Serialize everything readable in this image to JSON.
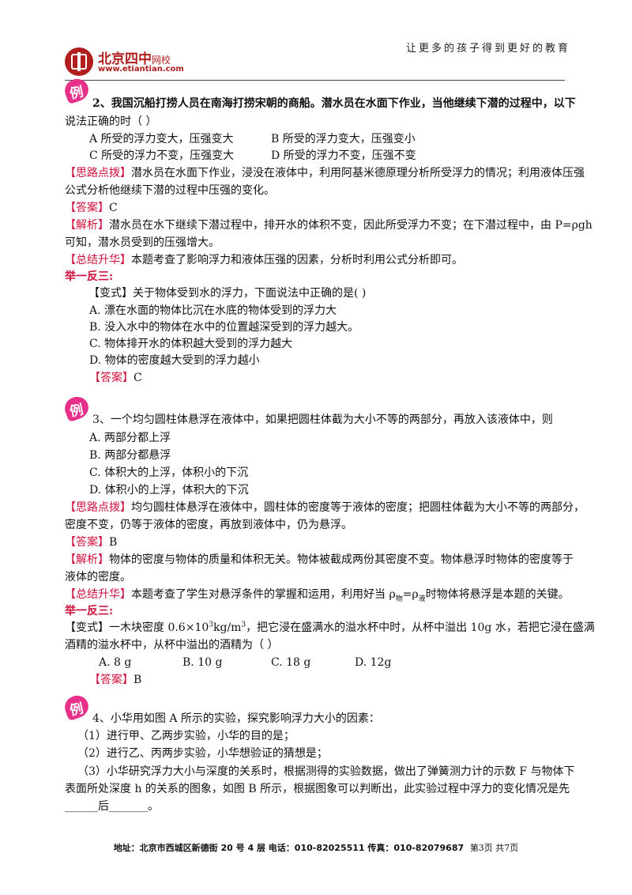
{
  "header": {
    "slogan": "让更多的孩子得到更好的教育",
    "logo_name": "北京四中",
    "logo_sub": "网校",
    "logo_url": "www.etiantian.com"
  },
  "badge": "例",
  "q2": {
    "stem1": "2、我国沉船打捞人员在南海打捞宋朝的商船。潜水员在水面下作业，当他继续下潜的过程中，以下",
    "stem2": "说法正确的时（    ）",
    "optA": "A 所受的浮力变大，压强变大",
    "optB": "B 所受的浮力变大，压强变小",
    "optC": "C 所受的浮力不变，压强变大",
    "optD": "D 所受的浮力不变，压强不变",
    "hint_label": "【思路点拨】",
    "hint1": "潜水员在水面下作业，浸没在液体中，利用阿基米德原理分析所受浮力的情况；利用液体压强",
    "hint2": "公式分析他继续下潜的过程中压强的变化。",
    "answer_label": "【答案】",
    "answer": "C",
    "analysis_label": "【解析】",
    "analysis1": "潜水员在水下继续下潜过程中，排开水的体积不变，因此所受浮力不变；在下潜过程中，由 P=ρgh",
    "analysis2": "可知，潜水员受到的压强增大。",
    "summary_label": "【总结升华】",
    "summary": "本题考查了影响浮力和液体压强的因素，分析时利用公式分析即可。",
    "practice_label": "举一反三:",
    "var_stem": "【变式】关于物体受到水的浮力，下面说法中正确的是(      )",
    "varA": "A. 漂在水面的物体比沉在水底的物体受到的浮力大",
    "varB": "B. 没入水中的物体在水中的位置越深受到的浮力越大。",
    "varC": "C. 物体排开水的体积越大受到的浮力越大",
    "varD": "D. 物体的密度越大受到的浮力越小",
    "var_answer_label": "【答案】",
    "var_answer": "C"
  },
  "q3": {
    "stem": "3、一个均匀圆柱体悬浮在液体中，如果把圆柱体截为大小不等的两部分，再放入该液体中，则",
    "optA": "A. 两部分都上浮",
    "optB": "B. 两部分都悬浮",
    "optC": "C. 体积大的上浮，体积小的下沉",
    "optD": "D. 体积小的上浮，体积大的下沉",
    "hint_label": "【思路点拨】",
    "hint1": "均匀圆柱体悬浮在液体中，圆柱体的密度等于液体的密度；把圆柱体截为大小不等的两部分，",
    "hint2": "密度不变，仍等于液体的密度，再放到液体中，仍为悬浮。",
    "answer_label": "【答案】",
    "answer": "B",
    "analysis_label": "【解析】",
    "analysis1": "物体的密度与物体的质量和体积无关。物体被截成两份其密度不变。物体悬浮时物体的密度等于",
    "analysis2": "液体的密度。",
    "summary_label": "【总结升华】",
    "summary_a": "本题考查了学生对悬浮条件的掌握和运用，利用好当 ρ",
    "summary_sub1": "物",
    "summary_b": "=ρ",
    "summary_sub2": "液",
    "summary_c": "时物体将悬浮是本题的关键。",
    "practice_label": "举一反三:",
    "var_label": "【变式】",
    "var1_a": "一木块密度 0.6×10",
    "var1_sup": "3",
    "var1_b": "kg/m",
    "var1_sup2": "3",
    "var1_c": "，把它浸在盛满水的溢水杯中时，从杯中溢出 10g 水，若把它浸在盛满",
    "var2": "酒精的溢水杯中，从杯中溢出的酒精为（     ）",
    "varA": "A. 8   g",
    "varB": "B. 10   g",
    "varC": "C. 18   g",
    "varD": "D. 12g",
    "var_answer_label": "【答案】",
    "var_answer": "B"
  },
  "q4": {
    "stem": "4、小华用如图 A 所示的实验，探究影响浮力大小的因素：",
    "s1": "（1）进行甲、乙两步实验，小华的目的是；",
    "s2": "（2）进行乙、丙两步实验，小华想验证的猜想是；",
    "s3_1": "（3）小华研究浮力大小与深度的关系时，根据测得的实验数据，做出了弹簧测力计的示数 F 与物体下",
    "s3_2": "表面所处深度 h 的关系的图象，如图 B 所示，根据图象可以判断出，此实验过程中浮力的变化情况是先",
    "s3_3": "______后_______。"
  },
  "footer": {
    "text": "地址：北京市西城区新德街 20 号 4 层  电话：010-82025511  传真：010-82079687",
    "page": "第3页  共7页"
  }
}
